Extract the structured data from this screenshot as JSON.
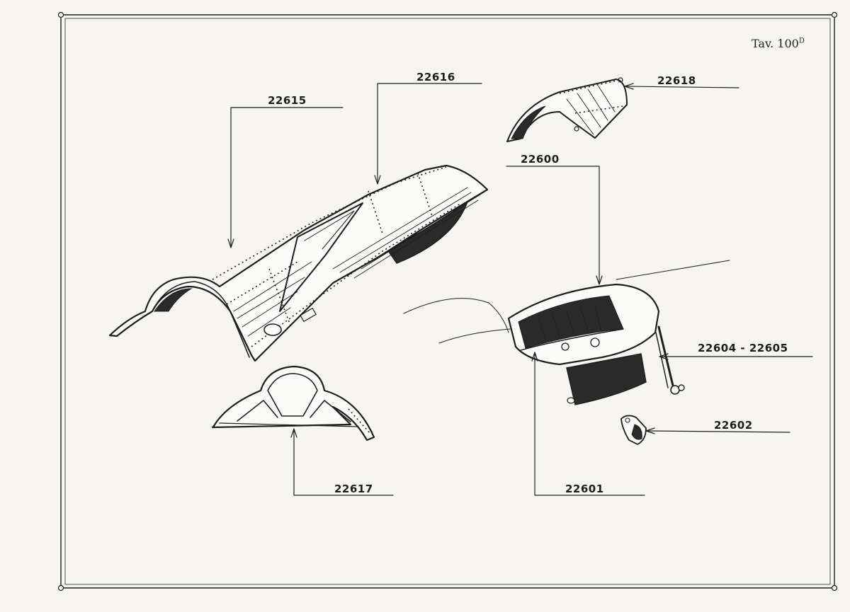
{
  "plate": {
    "title": "Tav. 100",
    "suffix": "D"
  },
  "parts": {
    "p22615": "22615",
    "p22616": "22616",
    "p22617": "22617",
    "p22618": "22618",
    "p22600": "22600",
    "p22601": "22601",
    "p22602": "22602",
    "p22604": "22604 - 22605"
  }
}
